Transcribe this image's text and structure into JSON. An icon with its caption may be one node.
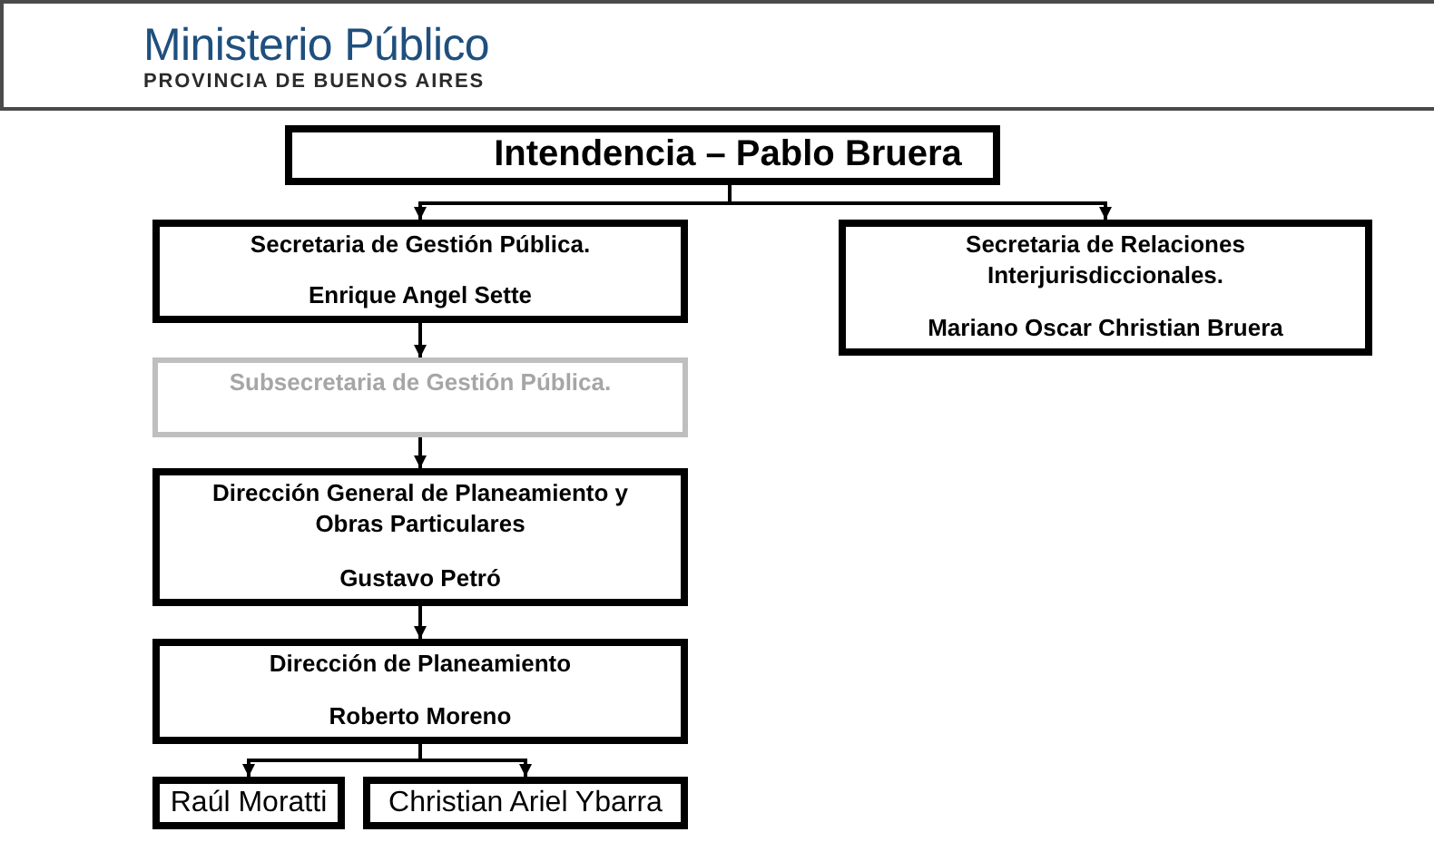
{
  "diagram": {
    "nodes": [
      {
        "text": [
          "Ministerio Público",
          "PROVINCIA DE BUENOS AIRES"
        ]
      },
      {
        "text": [
          "Intendencia – Pablo Bruera"
        ]
      },
      {
        "text": [
          "Secretaria de Gestión Pública.",
          "Enrique Angel Sette"
        ]
      },
      {
        "text": [
          "Secretaria de Relaciones Interjurisdiccionales.",
          "Mariano Oscar Christian Bruera"
        ]
      },
      {
        "text": [
          "Subsecretaria de Gestión Pública."
        ]
      },
      {
        "text": [
          "Dirección General de Planeamiento y Obras Particulares",
          "Gustavo Petró"
        ]
      },
      {
        "text": [
          "Dirección de Planeamiento",
          "Roberto Moreno"
        ]
      },
      {
        "text": [
          "Raúl Moratti"
        ]
      },
      {
        "text": [
          "Christian Ariel Ybarra"
        ]
      }
    ],
    "edges": [
      {
        "from": 1,
        "to": 2,
        "arrow": "to"
      },
      {
        "from": 1,
        "to": 3,
        "arrow": "to"
      },
      {
        "from": 2,
        "to": 4,
        "arrow": "to"
      },
      {
        "from": 4,
        "to": 5,
        "arrow": "to"
      },
      {
        "from": 5,
        "to": 6,
        "arrow": "to"
      },
      {
        "from": 6,
        "to": 7,
        "arrow": "to"
      },
      {
        "from": 6,
        "to": 8,
        "arrow": "to"
      }
    ]
  }
}
